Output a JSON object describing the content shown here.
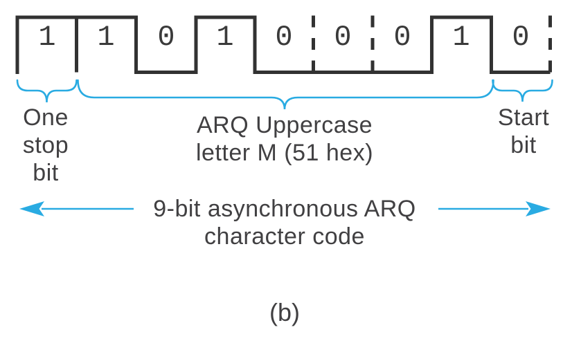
{
  "colors": {
    "accent": "#29ABE2",
    "ink": "#323232",
    "digit": "#3a3a3a",
    "text": "#414042"
  },
  "waveform": {
    "bits": [
      "1",
      "1",
      "0",
      "1",
      "0",
      "0",
      "0",
      "1",
      "0"
    ]
  },
  "labels": {
    "stop_bit": {
      "lines": [
        "One",
        "stop",
        "bit"
      ]
    },
    "character": {
      "lines": [
        "ARQ Uppercase",
        "letter M (51 hex)"
      ]
    },
    "start_bit": {
      "lines": [
        "Start",
        "bit"
      ]
    },
    "code_span": {
      "lines": [
        "9-bit asynchronous ARQ",
        "character code"
      ]
    }
  },
  "caption": "(b)"
}
